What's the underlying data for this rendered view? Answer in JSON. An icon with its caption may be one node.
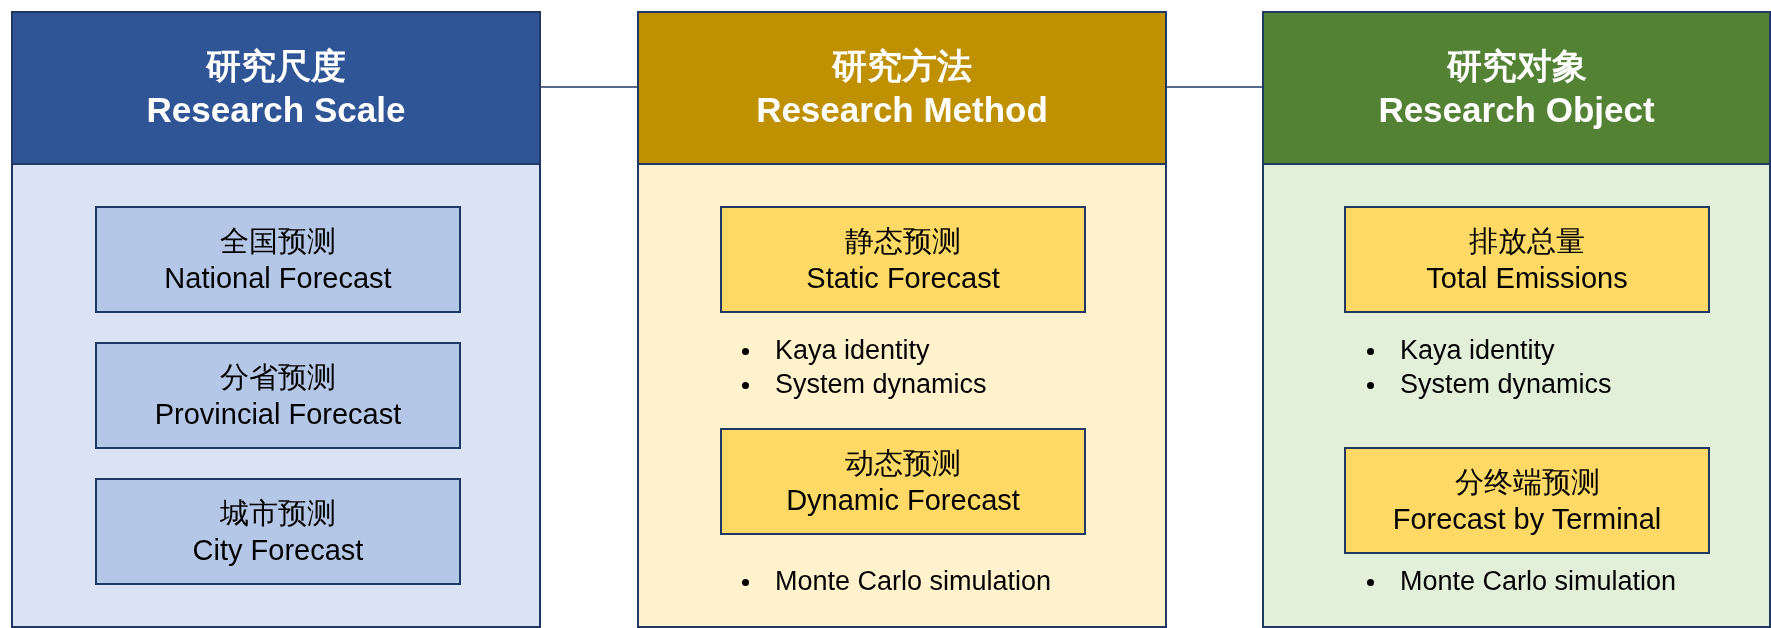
{
  "diagram": {
    "nodes": [
      {
        "text": [
          "研究尺度 Research Scale"
        ]
      },
      {
        "text": [
          "全国预测 National Forecast"
        ],
        "in": 0
      },
      {
        "text": [
          "分省预测 Provincial Forecast"
        ],
        "in": 0
      },
      {
        "text": [
          "城市预测 City Forecast"
        ],
        "in": 0
      },
      {
        "text": [
          "研究方法 Research Method"
        ]
      },
      {
        "text": [
          "静态预测 Static Forecast"
        ],
        "in": 4
      },
      {
        "text": [
          "动态预测 Dynamic Forecast"
        ],
        "in": 4
      },
      {
        "text": [
          "研究对象 Research Object"
        ]
      },
      {
        "text": [
          "排放总量 Total Emissions"
        ],
        "in": 7
      },
      {
        "text": [
          "分终端预测 Forecast by Terminal"
        ],
        "in": 7
      }
    ],
    "edges": [
      {
        "from": 0,
        "to": 4,
        "arrow": "none"
      },
      {
        "from": 4,
        "to": 7,
        "arrow": "none"
      }
    ],
    "labels": [
      "Kaya identity",
      "System dynamics",
      "Monte Carlo simulation",
      "Kaya identity",
      "System dynamics",
      "Monte Carlo simulation"
    ]
  }
}
